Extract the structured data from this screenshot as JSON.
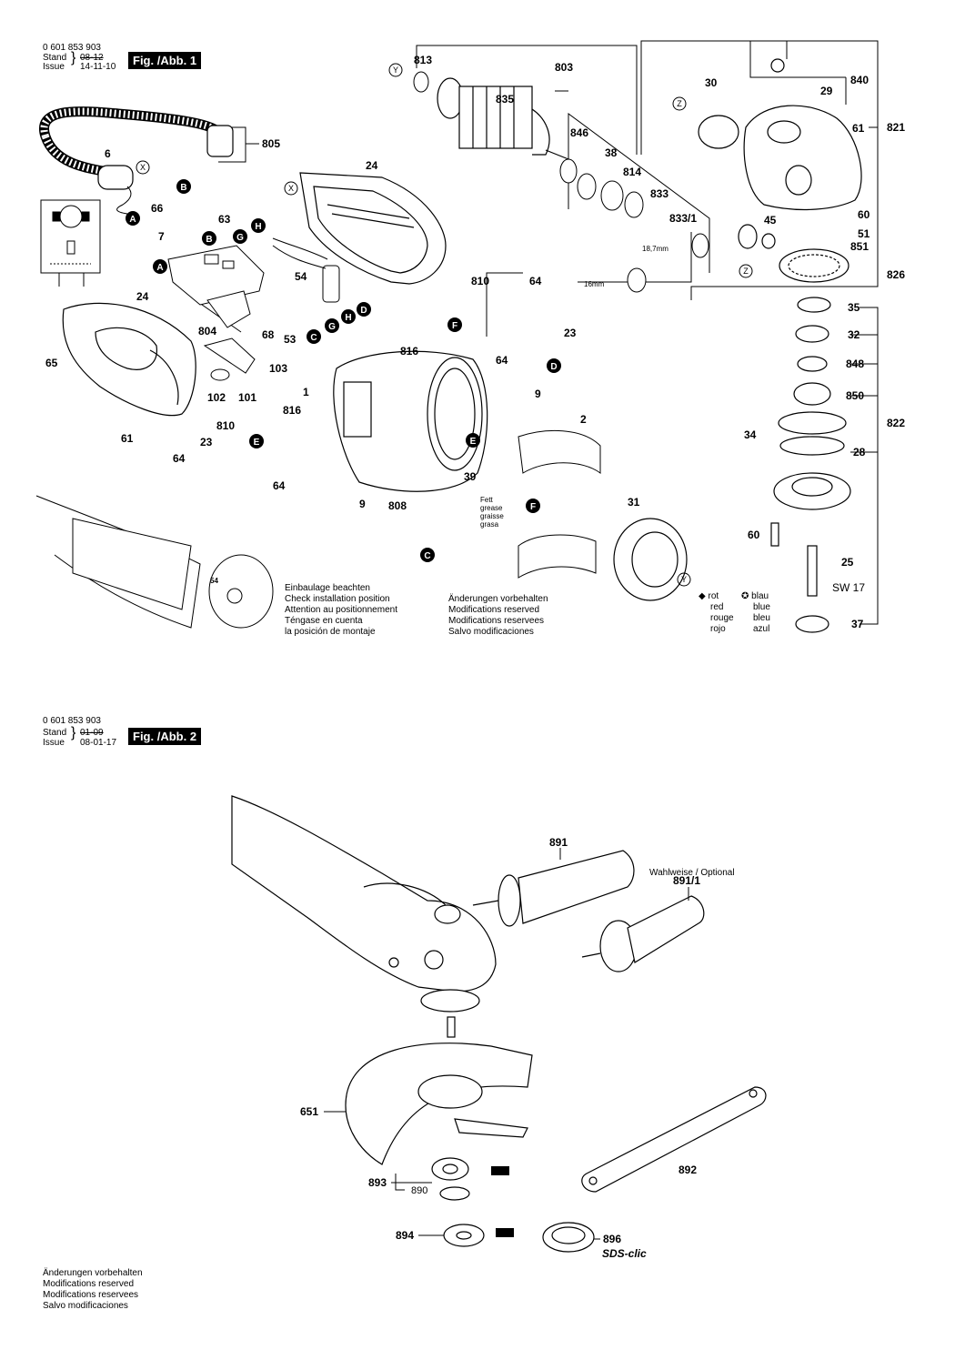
{
  "fig1": {
    "part_number": "0 601 853 903",
    "stand_label": "Stand",
    "issue_label": "Issue",
    "stand_old": "08-12",
    "stand_date": "14-11-10",
    "title": "Fig. /Abb. 1",
    "install_note": [
      "Einbaulage beachten",
      "Check installation position",
      "Attention au positionnement",
      "Téngase en cuenta",
      "la posición de montaje"
    ],
    "modifications": [
      "Änderungen vorbehalten",
      "Modifications reserved",
      "Modifications reservees",
      "Salvo modificaciones"
    ],
    "grease": [
      "Fett",
      "grease",
      "graisse",
      "grasa"
    ],
    "legend_red": [
      "rot",
      "red",
      "rouge",
      "rojo"
    ],
    "legend_blue": [
      "blau",
      "blue",
      "bleu",
      "azul"
    ],
    "dims": {
      "d1": "18,7mm",
      "d2": "16mm",
      "sw": "SW 17"
    },
    "parts": [
      "813",
      "803",
      "835",
      "846",
      "38",
      "814",
      "833",
      "833/1",
      "30",
      "840",
      "29",
      "821",
      "61",
      "60",
      "51",
      "45",
      "851",
      "826",
      "35",
      "32",
      "848",
      "850",
      "822",
      "34",
      "28",
      "60",
      "25",
      "37",
      "805",
      "6",
      "24",
      "66",
      "63",
      "7",
      "54",
      "24",
      "804",
      "68",
      "53",
      "65",
      "102",
      "101",
      "61",
      "810",
      "64",
      "23",
      "816",
      "64",
      "103",
      "1",
      "9",
      "2",
      "810",
      "816",
      "23",
      "64",
      "64",
      "39",
      "808",
      "9",
      "31"
    ],
    "markers": [
      "A",
      "B",
      "C",
      "D",
      "E",
      "F",
      "G",
      "H",
      "X",
      "Y",
      "Z"
    ]
  },
  "fig2": {
    "part_number": "0 601 853 903",
    "stand_label": "Stand",
    "issue_label": "Issue",
    "stand_old": "01-09",
    "stand_date": "08-01-17",
    "title": "Fig. /Abb. 2",
    "optional_label": "Wahlweise / Optional",
    "parts": {
      "p891": "891",
      "p8911": "891/1",
      "p651": "651",
      "p892": "892",
      "p893": "893",
      "p890": "890",
      "p894": "894",
      "p896": "896"
    },
    "sds": "SDS-clic",
    "modifications": [
      "Änderungen vorbehalten",
      "Modifications reserved",
      "Modifications reservees",
      "Salvo modificaciones"
    ]
  }
}
